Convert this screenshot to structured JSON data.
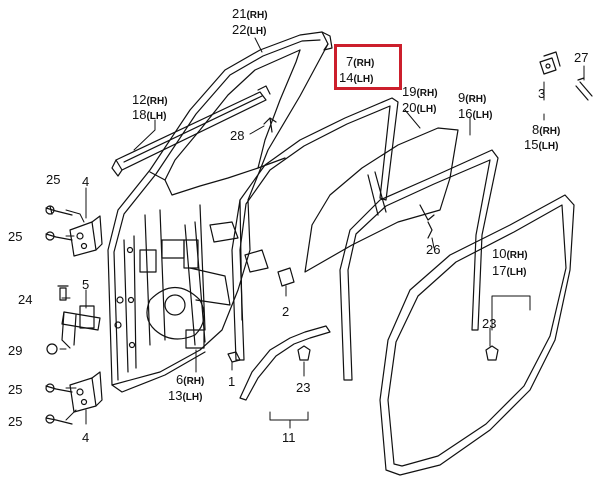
{
  "diagram": {
    "highlight_color": "#cc1f2c",
    "line_color": "#111111",
    "labels": {
      "p21_rh": {
        "num": "21",
        "side": "(RH)"
      },
      "p22_lh": {
        "num": "22",
        "side": "(LH)"
      },
      "p7_rh": {
        "num": "7",
        "side": "(RH)"
      },
      "p14_lh": {
        "num": "14",
        "side": "(LH)"
      },
      "p12_rh": {
        "num": "12",
        "side": "(RH)"
      },
      "p18_lh": {
        "num": "18",
        "side": "(LH)"
      },
      "p28": {
        "num": "28"
      },
      "p19_rh": {
        "num": "19",
        "side": "(RH)"
      },
      "p20_lh": {
        "num": "20",
        "side": "(LH)"
      },
      "p9_rh": {
        "num": "9",
        "side": "(RH)"
      },
      "p16_lh": {
        "num": "16",
        "side": "(LH)"
      },
      "p27": {
        "num": "27"
      },
      "p3": {
        "num": "3"
      },
      "p8_rh": {
        "num": "8",
        "side": "(RH)"
      },
      "p15_lh": {
        "num": "15",
        "side": "(LH)"
      },
      "p25_a": {
        "num": "25"
      },
      "p4_a": {
        "num": "4"
      },
      "p25_b": {
        "num": "25"
      },
      "p26": {
        "num": "26"
      },
      "p10_rh": {
        "num": "10",
        "side": "(RH)"
      },
      "p17_lh": {
        "num": "17",
        "side": "(LH)"
      },
      "p24": {
        "num": "24"
      },
      "p5": {
        "num": "5"
      },
      "p2": {
        "num": "2"
      },
      "p23_a": {
        "num": "23"
      },
      "p29": {
        "num": "29"
      },
      "p6_rh": {
        "num": "6",
        "side": "(RH)"
      },
      "p13_lh": {
        "num": "13",
        "side": "(LH)"
      },
      "p1": {
        "num": "1"
      },
      "p23_b": {
        "num": "23"
      },
      "p25_c": {
        "num": "25"
      },
      "p25_d": {
        "num": "25"
      },
      "p4_b": {
        "num": "4"
      },
      "p11": {
        "num": "11"
      }
    }
  }
}
